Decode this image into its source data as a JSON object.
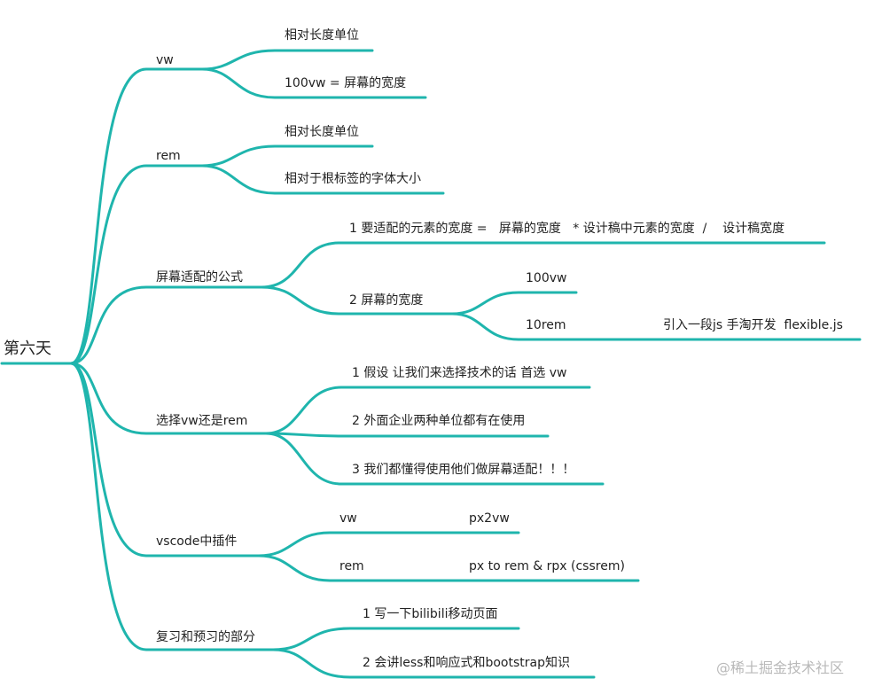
{
  "root": "第六天",
  "vw": {
    "title": "vw",
    "items": [
      "相对长度单位",
      "100vw =  屏幕的宽度"
    ]
  },
  "rem": {
    "title": "rem",
    "items": [
      "相对长度单位",
      "相对于根标签的字体大小"
    ]
  },
  "formula": {
    "title": "屏幕适配的公式",
    "item1": "1 要适配的元素的宽度 =   屏幕的宽度   * 设计稿中元素的宽度  /    设计稿宽度",
    "item2": "2 屏幕的宽度",
    "sub": [
      "100vw",
      "10rem"
    ],
    "sub_note": "引入一段js 手淘开发  flexible.js"
  },
  "choose": {
    "title": "选择vw还是rem",
    "items": [
      "1 假设 让我们来选择技术的话 首选 vw",
      "2 外面企业两种单位都有在使用",
      "3 我们都懂得使用他们做屏幕适配！！！"
    ]
  },
  "vscode": {
    "title": "vscode中插件",
    "rows": [
      {
        "unit": "vw",
        "plugin": "px2vw"
      },
      {
        "unit": "rem",
        "plugin": "px to rem & rpx (cssrem)"
      }
    ]
  },
  "review": {
    "title": "复习和预习的部分",
    "items": [
      "1 写一下bilibili移动页面",
      "2 会讲less和响应式和bootstrap知识"
    ]
  },
  "watermark": "@稀土掘金技术社区"
}
